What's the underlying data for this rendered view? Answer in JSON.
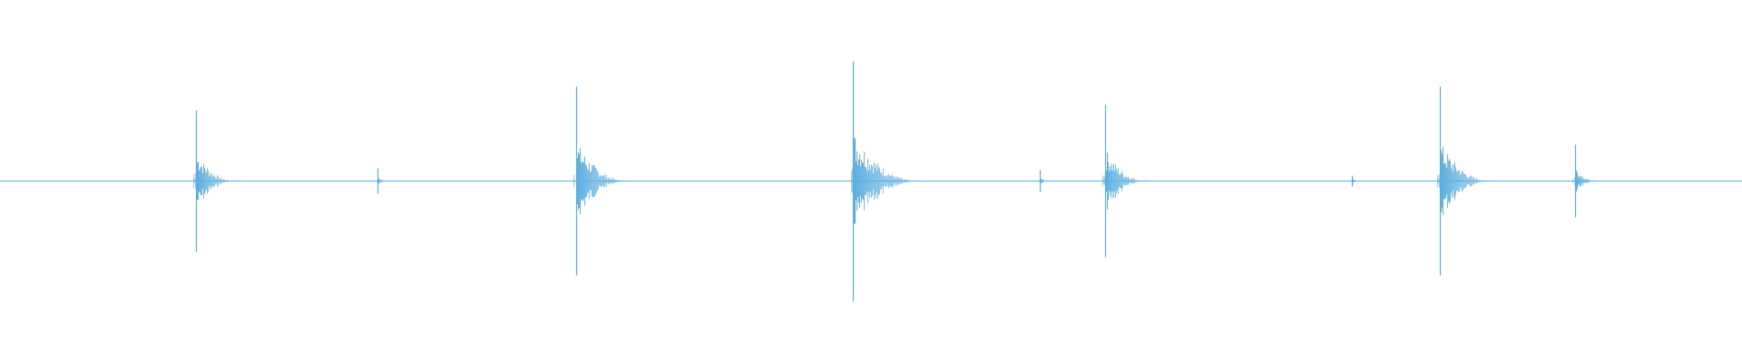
{
  "waveform": {
    "color": "#5aaee0",
    "peaks": [
      {
        "time": 0.1125,
        "amplitude": 0.39
      },
      {
        "time": 0.2165,
        "amplitude": 0.07
      },
      {
        "time": 0.3305,
        "amplitude": 0.52
      },
      {
        "time": 0.4895,
        "amplitude": 0.66
      },
      {
        "time": 0.597,
        "amplitude": 0.06
      },
      {
        "time": 0.6345,
        "amplitude": 0.42
      },
      {
        "time": 0.776,
        "amplitude": 0.03
      },
      {
        "time": 0.8265,
        "amplitude": 0.52
      },
      {
        "time": 0.904,
        "amplitude": 0.2
      }
    ]
  }
}
